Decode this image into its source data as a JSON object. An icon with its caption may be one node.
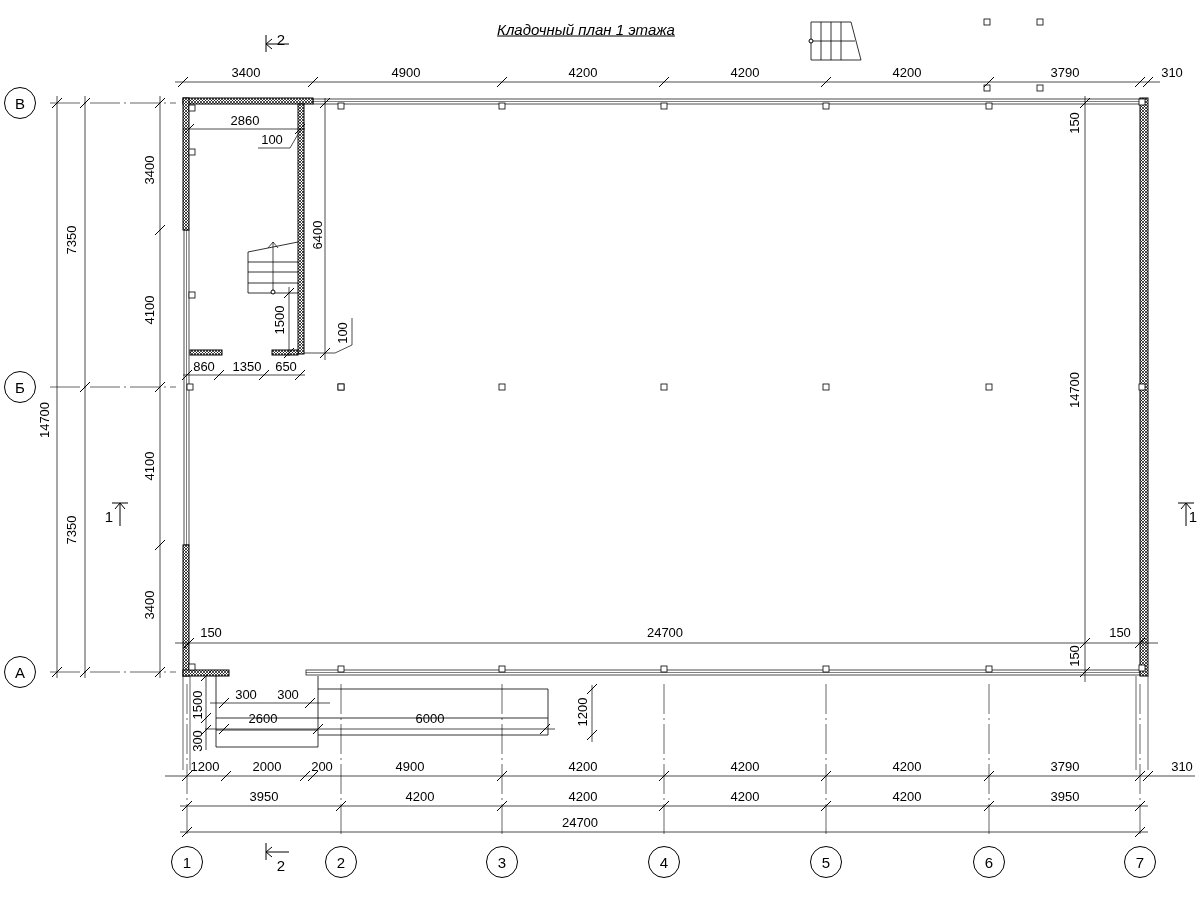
{
  "diagram": {
    "title": "Кладочный план 1 этажа",
    "nodes": [
      {
        "text": [
          "В"
        ]
      },
      {
        "text": [
          "Б"
        ]
      },
      {
        "text": [
          "А"
        ]
      },
      {
        "text": [
          "1"
        ]
      },
      {
        "text": [
          "2"
        ]
      },
      {
        "text": [
          "3"
        ]
      },
      {
        "text": [
          "4"
        ]
      },
      {
        "text": [
          "5"
        ]
      },
      {
        "text": [
          "6"
        ]
      },
      {
        "text": [
          "7"
        ]
      }
    ],
    "labels": [
      "2",
      "3400",
      "4900",
      "4200",
      "4200",
      "4200",
      "3790",
      "310",
      "2860",
      "100",
      "150",
      "3400",
      "7350",
      "6400",
      "4100",
      "1500",
      "100",
      "860",
      "1350",
      "650",
      "14700",
      "14700",
      "4100",
      "1",
      "7350",
      "1",
      "3400",
      "150",
      "24700",
      "150",
      "150",
      "1500",
      "300",
      "300",
      "2600",
      "6000",
      "1200",
      "300",
      "1200",
      "2000",
      "200",
      "4900",
      "4200",
      "4200",
      "4200",
      "3790",
      "310",
      "3950",
      "4200",
      "4200",
      "4200",
      "4200",
      "3950",
      "24700",
      "2"
    ]
  }
}
